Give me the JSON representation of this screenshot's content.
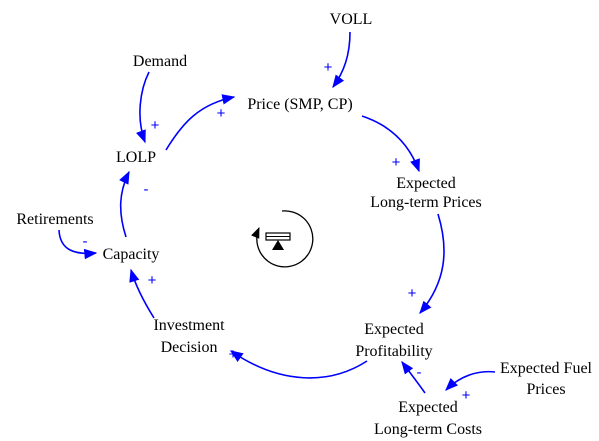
{
  "colors": {
    "arrow": "#0000ff",
    "sign": "#0000ff",
    "text": "#000000",
    "loop_icon": "#000000"
  },
  "nodes": {
    "voll": "VOLL",
    "demand": "Demand",
    "price": "Price (SMP, CP)",
    "lolp": "LOLP",
    "expected_ltp_1": "Expected",
    "expected_ltp_2": "Long-term Prices",
    "retirements": "Retirements",
    "capacity": "Capacity",
    "investment_1": "Investment",
    "investment_2": "Decision",
    "profitability_1": "Expected",
    "profitability_2": "Profitability",
    "fuel_1": "Expected Fuel",
    "fuel_2": "Prices",
    "costs_1": "Expected",
    "costs_2": "Long-term Costs"
  },
  "polarities": {
    "voll_to_price": "+",
    "demand_to_lolp": "+",
    "lolp_to_price": "+",
    "price_to_expected_prices": "+",
    "expected_prices_to_profitability": "+",
    "profitability_to_investment": "+",
    "investment_to_capacity": "+",
    "capacity_to_lolp": "-",
    "retirements_to_capacity": "-",
    "costs_to_profitability": "-",
    "fuel_to_costs": "+"
  },
  "loop_icon": "balancing-loop-icon"
}
